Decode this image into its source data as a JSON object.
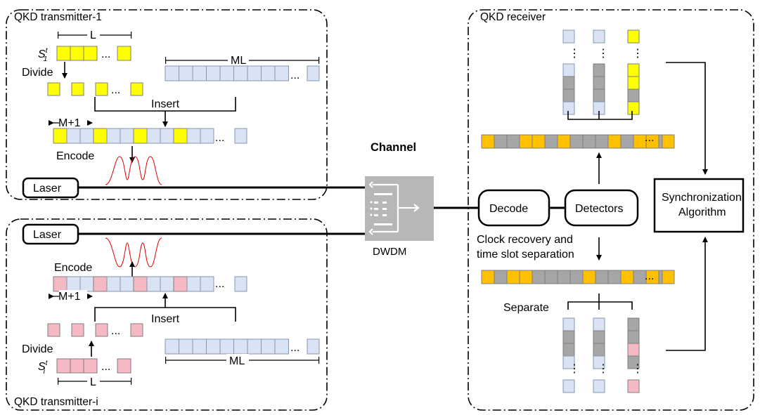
{
  "transmitter1": {
    "title": "QKD transmitter-1",
    "symbol_main": "S",
    "symbol_sup": "t",
    "symbol_sub": "1",
    "length_label": "L",
    "divide_label": "Divide",
    "ml_label": "ML",
    "insert_label": "Insert",
    "period_label": "M+1",
    "encode_label": "Encode",
    "laser_label": "Laser",
    "ellipsis": "..."
  },
  "transmitter_i": {
    "title": "QKD transmitter-i",
    "symbol_main": "S",
    "symbol_sup": "t",
    "symbol_sub": "i",
    "length_label": "L",
    "divide_label": "Divide",
    "ml_label": "ML",
    "insert_label": "Insert",
    "period_label": "M+1",
    "encode_label": "Encode",
    "laser_label": "Laser",
    "ellipsis": "..."
  },
  "channel": {
    "title": "Channel",
    "mux_label": "DWDM",
    "mux_icon": "dwdm-multiplexer-icon"
  },
  "receiver": {
    "title": "QKD receiver",
    "decode_label": "Decode",
    "detectors_label": "Detectors",
    "clock_label_line1": "Clock recovery and",
    "clock_label_line2": "time slot separation",
    "separate_label": "Separate",
    "sync_label_line1": "Synchronization",
    "sync_label_line2": "Algorithm",
    "ellipsis": "...",
    "vdots": "⋮"
  },
  "colors": {
    "transmitter1_pulse": "#ffff00",
    "transmitter_i_pulse": "#f4b9c2",
    "empty_slot": "#dae3f3",
    "empty_slot_border": "#8497b0",
    "detected_signal": "#ffc000",
    "detected_dark": "#a6a6a6",
    "waveform": "#e00000",
    "mux_icon": "#b7b7b7"
  }
}
